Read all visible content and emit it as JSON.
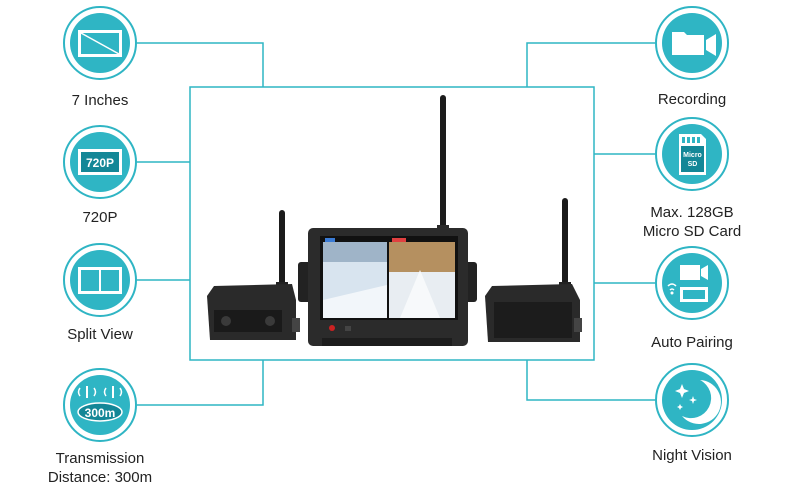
{
  "features": {
    "inches": {
      "label": "7 Inches",
      "icon": "monitor-icon"
    },
    "resolution": {
      "label": "720P",
      "badge": "720P",
      "icon": "hd-badge-icon"
    },
    "split": {
      "label": "Split View",
      "icon": "split-screen-icon"
    },
    "distance": {
      "label_line1": "Transmission",
      "label_line2": "Distance: 300m",
      "badge": "300m",
      "icon": "wireless-range-icon"
    },
    "recording": {
      "label": "Recording",
      "icon": "video-camera-icon"
    },
    "sdcard": {
      "label_line1": "Max. 128GB",
      "label_line2": "Micro SD Card",
      "card_line1": "Micro",
      "card_line2": "SD",
      "icon": "sd-card-icon"
    },
    "pairing": {
      "label": "Auto Pairing",
      "icon": "pairing-icon"
    },
    "night": {
      "label": "Night Vision",
      "icon": "moon-stars-icon"
    }
  },
  "colors": {
    "accent": "#2fb5c4",
    "badge": "#138797",
    "text": "#222222"
  }
}
